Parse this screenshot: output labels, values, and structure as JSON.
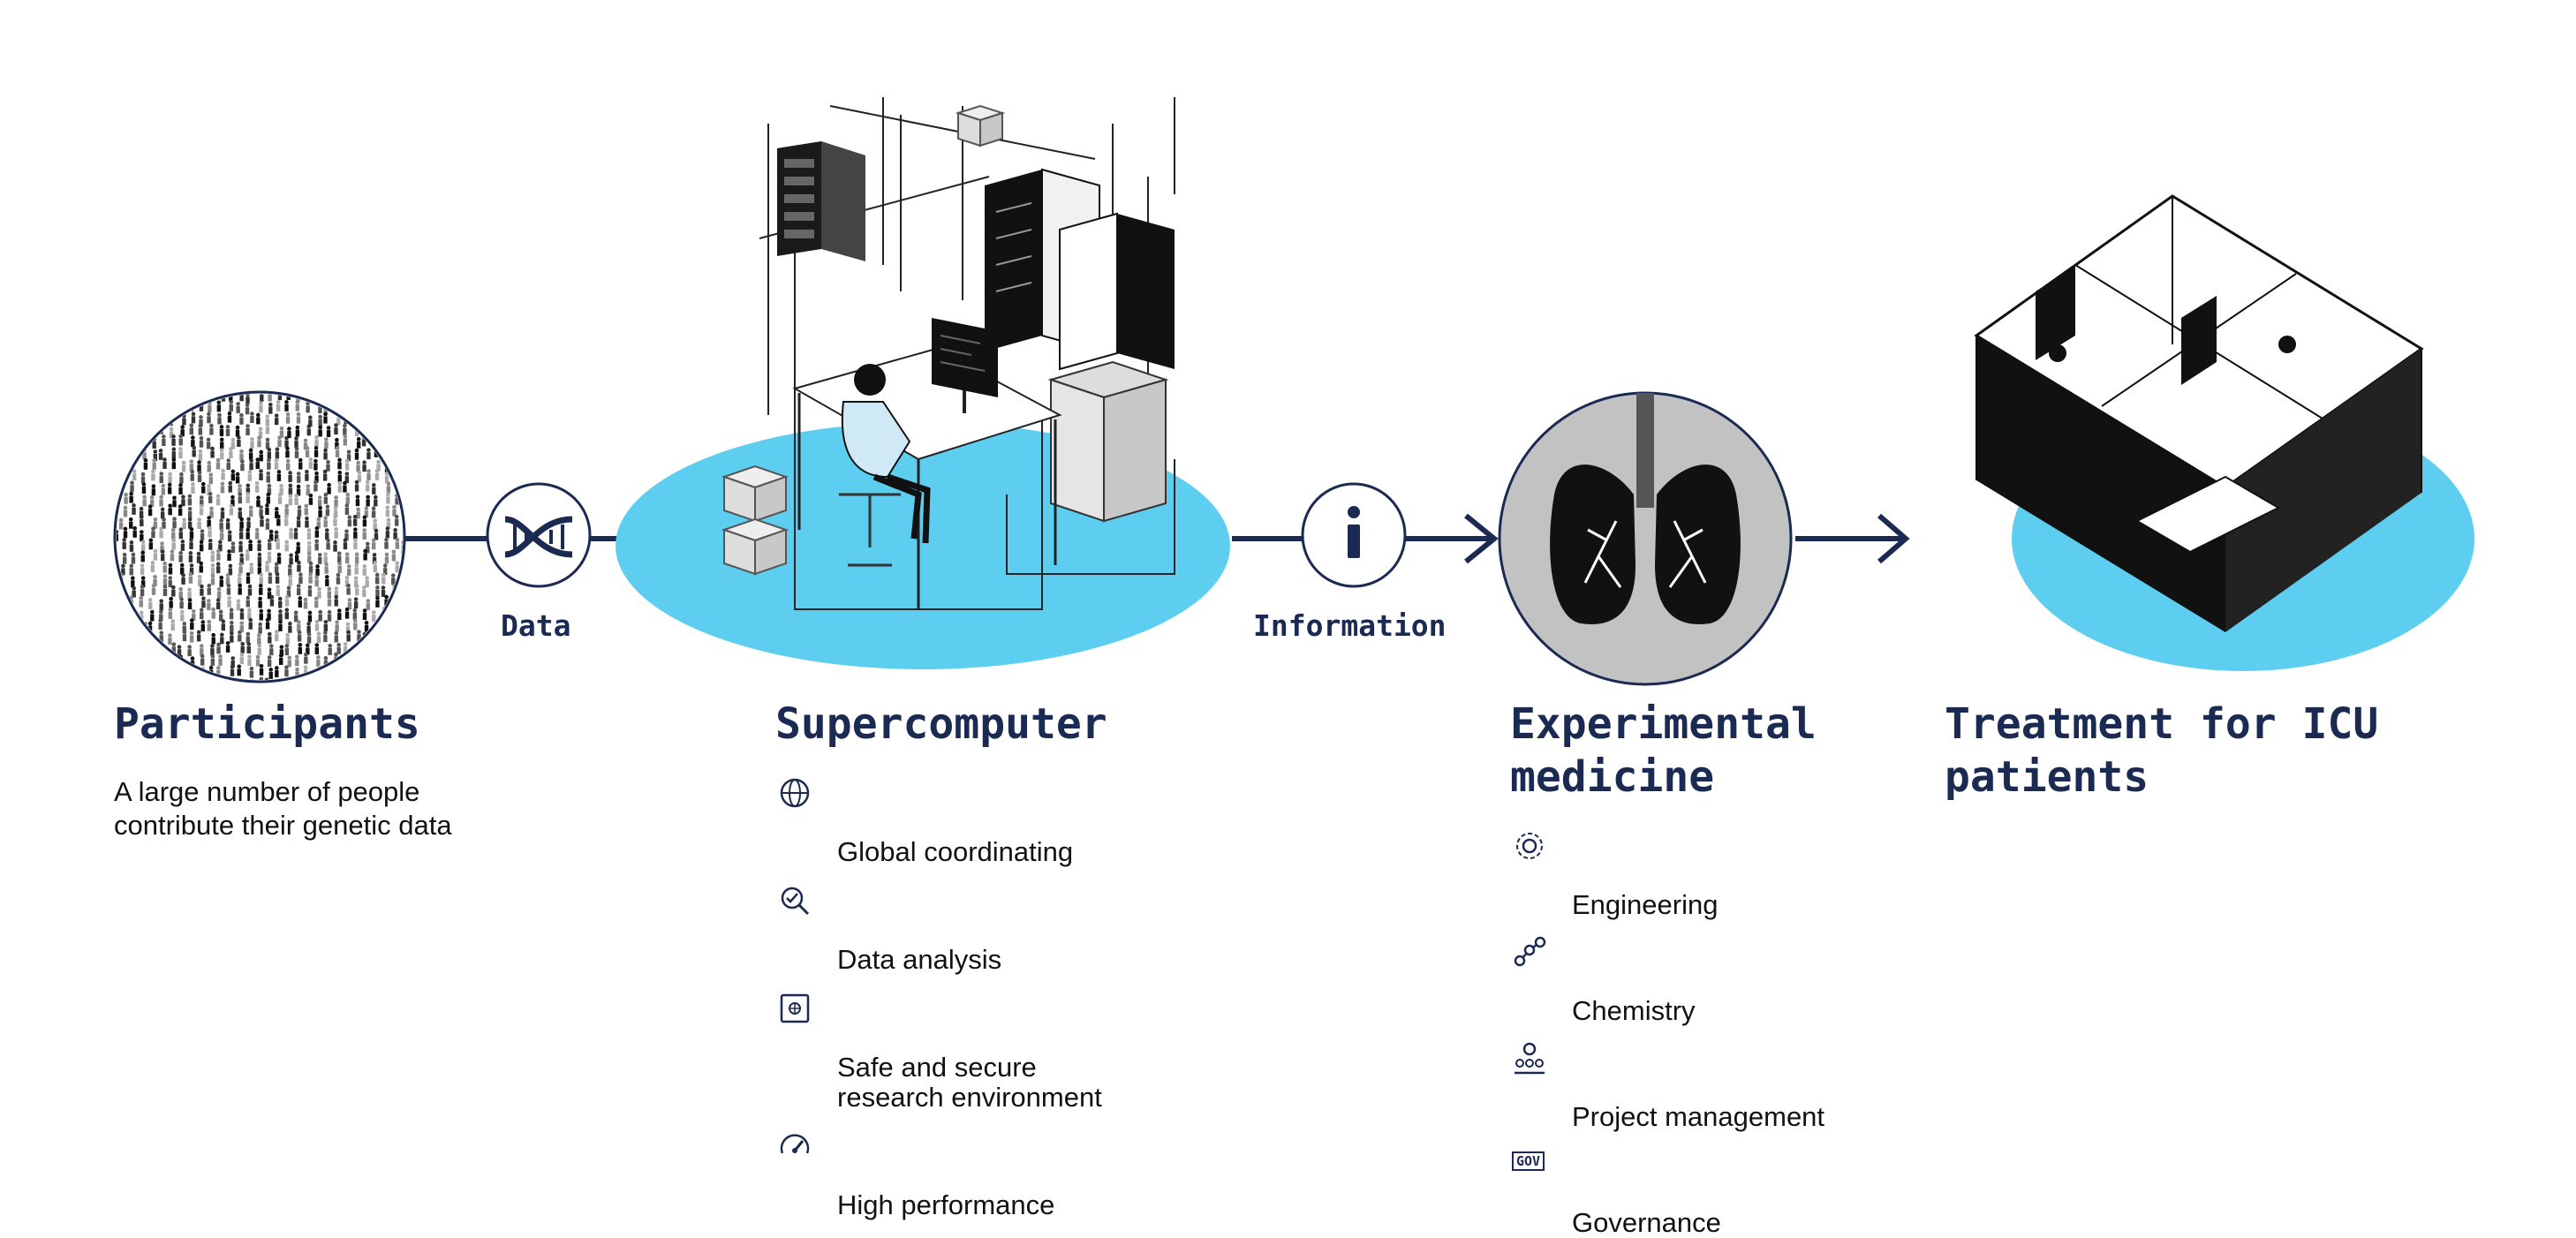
{
  "colors": {
    "navy": "#1b2a52",
    "cyan": "#5dcdf0",
    "gray": "#cfcfcf",
    "black": "#111111"
  },
  "connectors": {
    "data_label": "Data",
    "information_label": "Information"
  },
  "stages": [
    {
      "title": "Participants",
      "description": "A large number of people\ncontribute their genetic data"
    },
    {
      "title": "Supercomputer",
      "items": [
        {
          "icon": "globe-icon",
          "label": "Global coordinating"
        },
        {
          "icon": "magnifier-check-icon",
          "label": "Data analysis"
        },
        {
          "icon": "safe-icon",
          "label": "Safe and secure\nresearch environment"
        },
        {
          "icon": "gauge-icon",
          "label": "High performance"
        }
      ]
    },
    {
      "title": "Experimental\nmedicine",
      "items": [
        {
          "icon": "gear-icon",
          "label": "Engineering"
        },
        {
          "icon": "molecule-icon",
          "label": "Chemistry"
        },
        {
          "icon": "team-icon",
          "label": "Project management"
        },
        {
          "icon": "gov-icon",
          "icon_text": "GOV",
          "label": "Governance"
        }
      ]
    },
    {
      "title": "Treatment for ICU\npatients"
    }
  ]
}
